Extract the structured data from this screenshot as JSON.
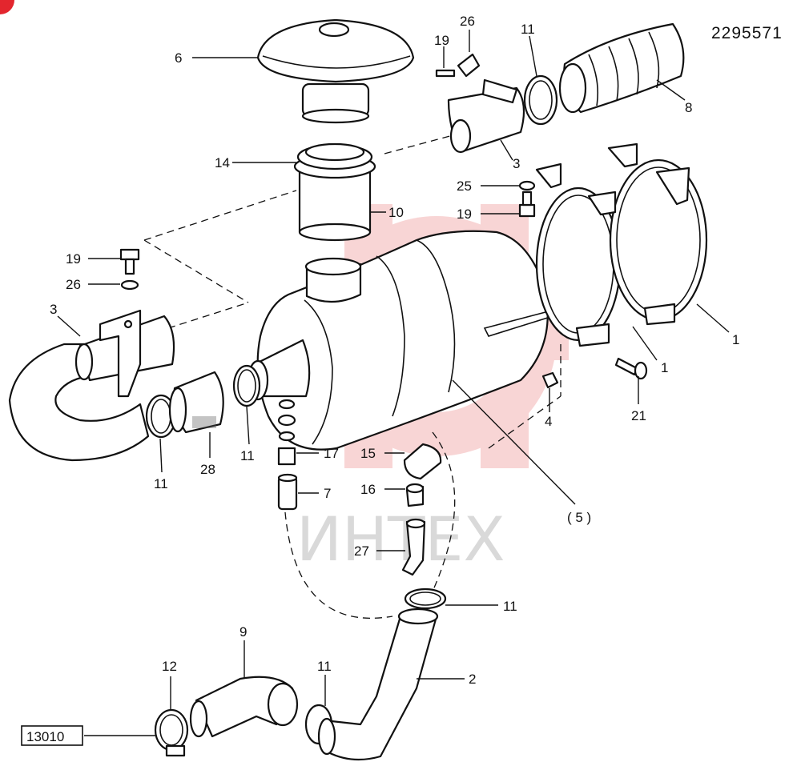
{
  "drawing_number": "2295571",
  "reference_box": "13010",
  "watermark": "ИНТЕХ",
  "colors": {
    "line": "#111111",
    "watermark_logo": "#f4b3b3",
    "watermark_text": "#d9d9d9",
    "corner_mark": "#e3262e"
  },
  "callouts": [
    {
      "id": "c6",
      "text": "6"
    },
    {
      "id": "c26t",
      "text": "26"
    },
    {
      "id": "c19t",
      "text": "19"
    },
    {
      "id": "c11t",
      "text": "11"
    },
    {
      "id": "c8",
      "text": "8"
    },
    {
      "id": "c3r",
      "text": "3"
    },
    {
      "id": "c14",
      "text": "14"
    },
    {
      "id": "c10",
      "text": "10"
    },
    {
      "id": "c25",
      "text": "25"
    },
    {
      "id": "c19r",
      "text": "19"
    },
    {
      "id": "c19l",
      "text": "19"
    },
    {
      "id": "c26l",
      "text": "26"
    },
    {
      "id": "c3l",
      "text": "3"
    },
    {
      "id": "c1a",
      "text": "1"
    },
    {
      "id": "c1b",
      "text": "1"
    },
    {
      "id": "c21",
      "text": "21"
    },
    {
      "id": "c4",
      "text": "4"
    },
    {
      "id": "c17",
      "text": "17"
    },
    {
      "id": "c15",
      "text": "15"
    },
    {
      "id": "c16",
      "text": "16"
    },
    {
      "id": "c7",
      "text": "7"
    },
    {
      "id": "c5",
      "text": "( 5 )"
    },
    {
      "id": "c11a",
      "text": "11"
    },
    {
      "id": "c28",
      "text": "28"
    },
    {
      "id": "c11b",
      "text": "11"
    },
    {
      "id": "c27",
      "text": "27"
    },
    {
      "id": "c11c",
      "text": "11"
    },
    {
      "id": "c9",
      "text": "9"
    },
    {
      "id": "c12",
      "text": "12"
    },
    {
      "id": "c11d",
      "text": "11"
    },
    {
      "id": "c2",
      "text": "2"
    }
  ]
}
